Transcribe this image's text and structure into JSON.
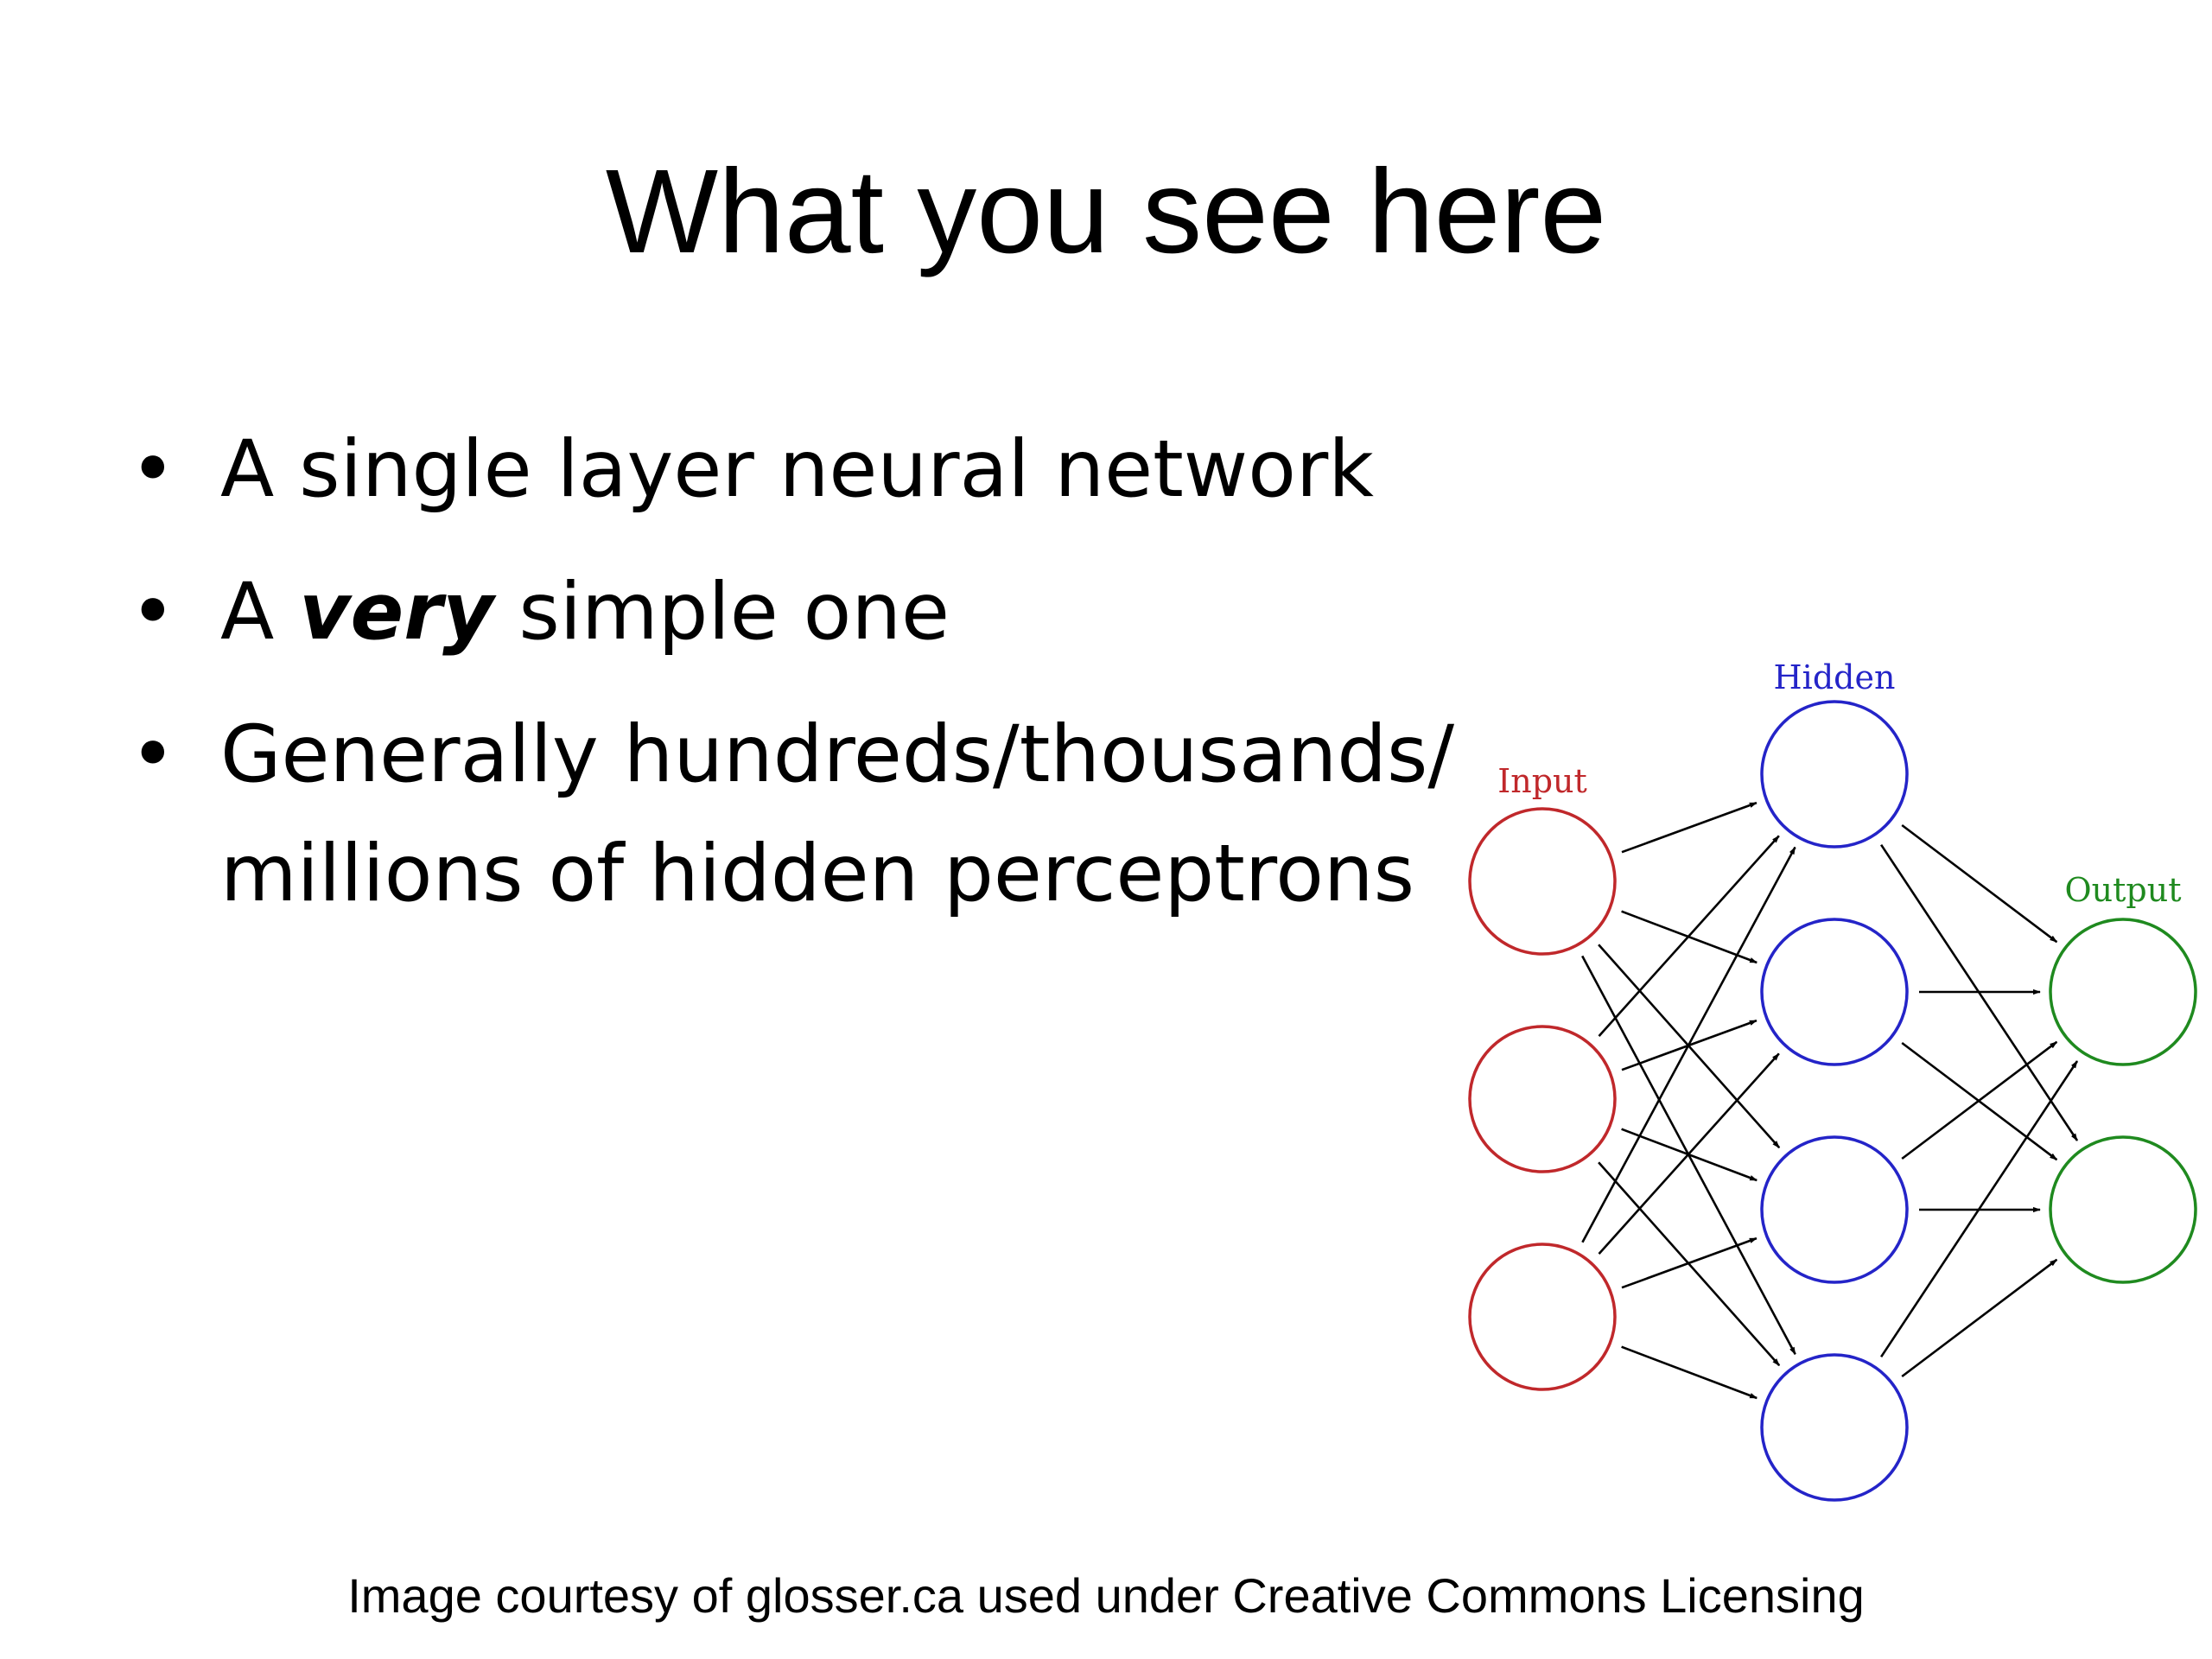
{
  "slide": {
    "title": "What you see here",
    "bullets": [
      {
        "marker": "•",
        "pre": "A single layer neural network",
        "em": "",
        "post": ""
      },
      {
        "marker": "•",
        "pre": "A ",
        "em": "very",
        "post": " simple one"
      },
      {
        "marker": "•",
        "pre": "Generally hundreds/thousands/",
        "em": "",
        "post": "",
        "line2": "millions of hidden perceptrons"
      }
    ],
    "credit": "Image courtesy of glosser.ca used under Creative Commons Licensing"
  },
  "diagram": {
    "layers": [
      {
        "id": "input",
        "label": "Input",
        "color": "#c0282b",
        "nodes": 3
      },
      {
        "id": "hidden",
        "label": "Hidden",
        "color": "#2424c8",
        "nodes": 4
      },
      {
        "id": "output",
        "label": "Output",
        "color": "#1f8a1f",
        "nodes": 2
      }
    ],
    "edge_color": "#000000",
    "connectivity": "fully-connected"
  }
}
